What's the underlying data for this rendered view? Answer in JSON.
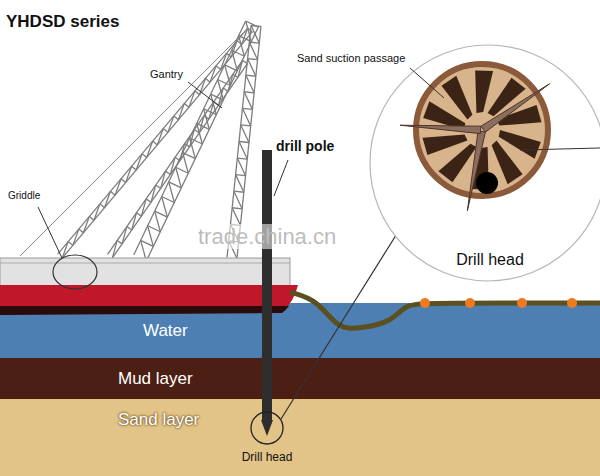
{
  "diagram": {
    "title": "YHDSD series",
    "nodes": [
      {
        "text": [
          "Water"
        ]
      },
      {
        "text": [
          "Mud layer"
        ]
      },
      {
        "text": [
          "Sand layer"
        ]
      }
    ],
    "labels": [
      "Gantry",
      "drill pole",
      "Griddle",
      "Sand suction passage",
      "Drill head",
      "Drill head",
      "trade.china.cn"
    ]
  }
}
